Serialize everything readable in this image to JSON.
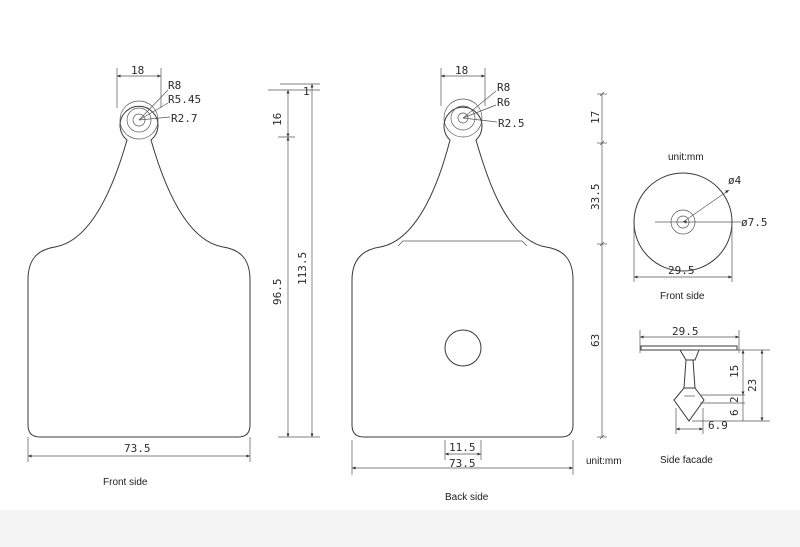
{
  "front_tag": {
    "width_top": "18",
    "radius_outer": "R8",
    "radius_mid": "R5.45",
    "radius_inner": "R2.7",
    "neck_height": "16",
    "thickness": "1",
    "body_height": "96.5",
    "total_height": "113.5",
    "bottom_width": "73.5",
    "caption": "Front side"
  },
  "back_tag": {
    "width_top": "18",
    "radius_outer": "R8",
    "radius_mid": "R6",
    "radius_inner": "R2.5",
    "dim_17": "17",
    "dim_33_5": "33.5",
    "dim_63": "63",
    "hole_width": "11.5",
    "bottom_width": "73.5",
    "unit": "unit:mm",
    "caption": "Back side"
  },
  "button_front": {
    "unit": "unit:mm",
    "dia_small": "ø4",
    "dia_large": "ø7.5",
    "diameter": "29.5",
    "caption": "Front side"
  },
  "side_facade": {
    "width": "29.5",
    "h15": "15",
    "h23": "23",
    "h2": "2",
    "h6": "6",
    "tip": "6.9",
    "caption": "Side facade"
  }
}
